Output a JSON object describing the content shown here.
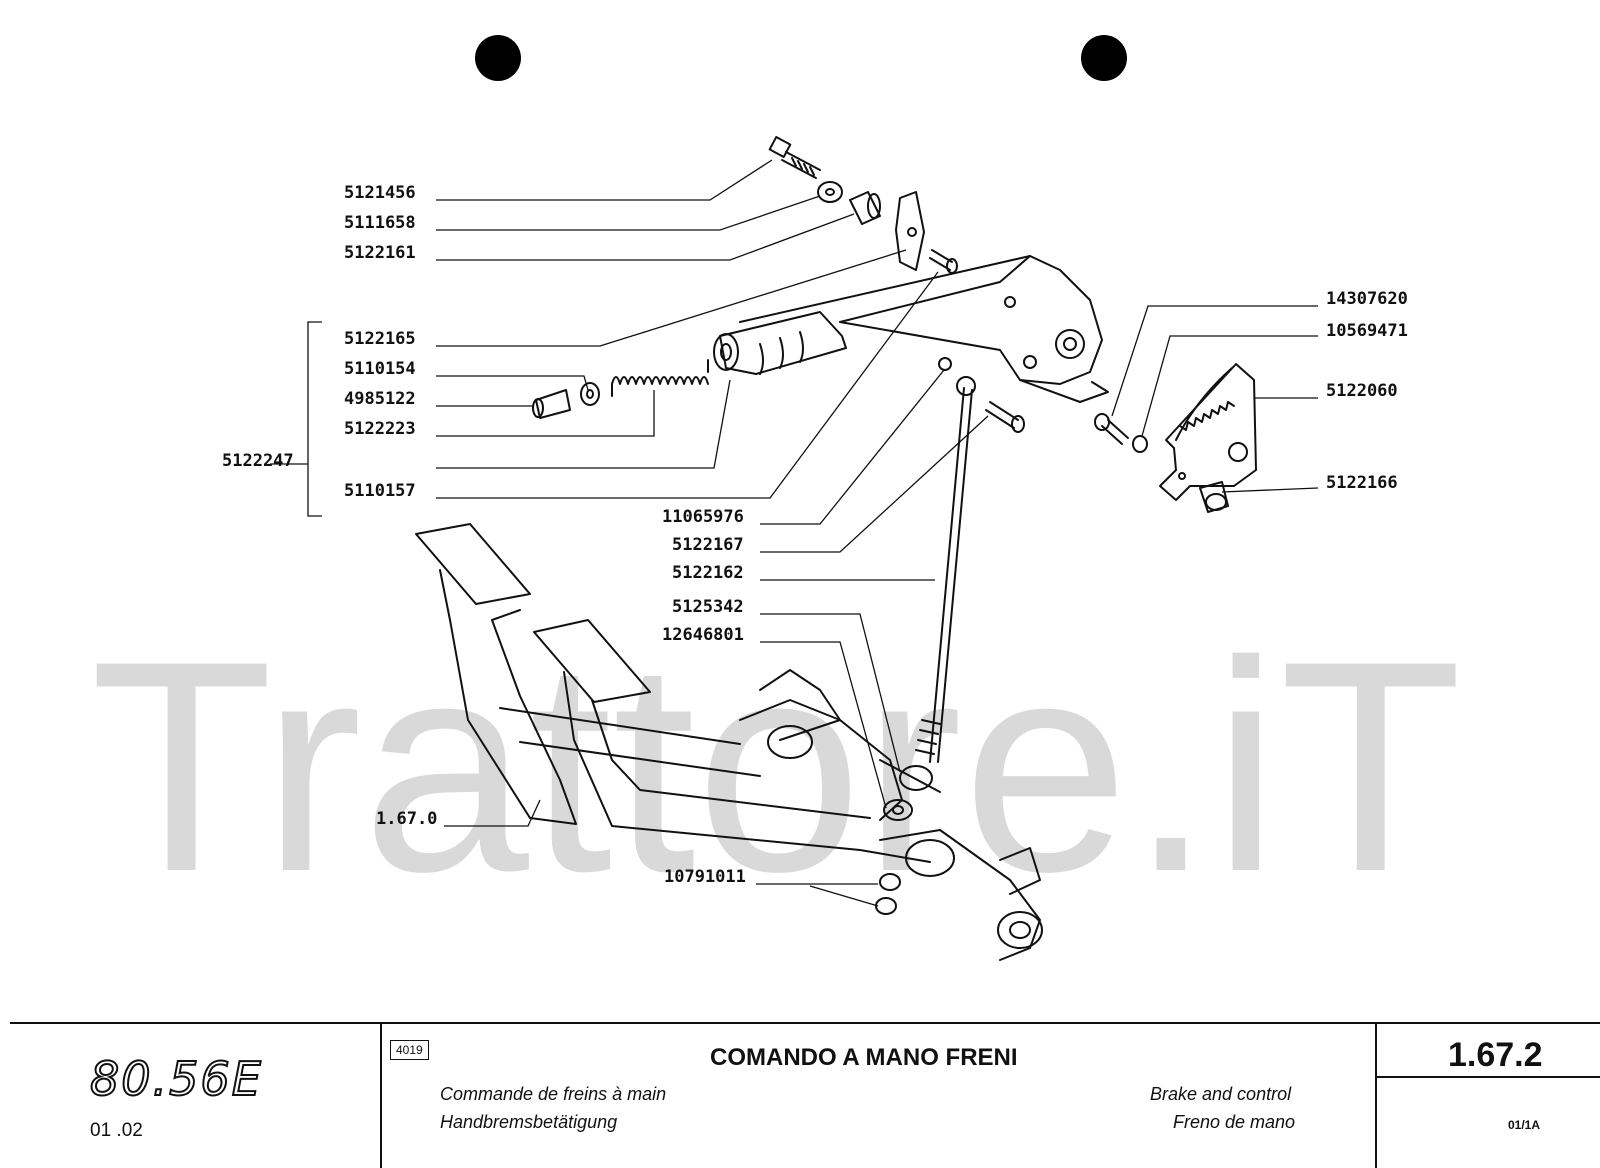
{
  "watermark": "Trattore.iT",
  "part_labels": {
    "p5121456": "5121456",
    "p5111658": "5111658",
    "p5122161": "5122161",
    "p5122165": "5122165",
    "p5110154": "5110154",
    "p4985122": "4985122",
    "p5122223": "5122223",
    "p5122247": "5122247",
    "p5110157": "5110157",
    "p11065976": "11065976",
    "p5122167": "5122167",
    "p5122162": "5122162",
    "p5125342": "5125342",
    "p12646801": "12646801",
    "p1670": "1.67.0",
    "p10791011": "10791011",
    "p14307620": "14307620",
    "p10569471": "10569471",
    "p5122060": "5122060",
    "p5122166": "5122166"
  },
  "footer": {
    "model": "80.56E",
    "edition": "01 .02",
    "code": "4019",
    "title": "COMANDO A MANO FRENI",
    "fr": "Commande de freins à main",
    "de": "Handbremsbetätigung",
    "en": "Brake and control",
    "es": "Freno de mano",
    "page": "1.67.2",
    "rev": "01/1A"
  }
}
